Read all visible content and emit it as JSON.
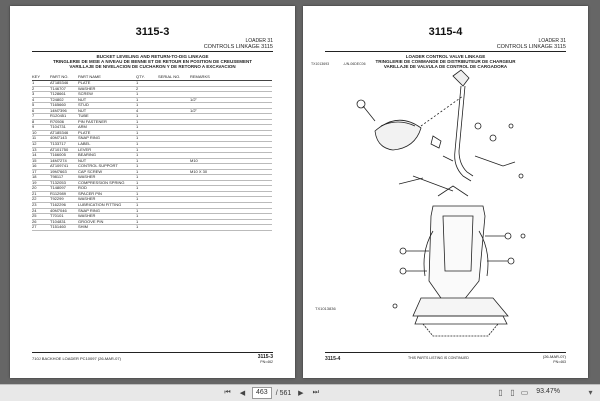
{
  "left_page": {
    "page_number": "3115-3",
    "hdr_line1": "LOADER    31",
    "hdr_line2": "CONTROLS LINKAGE 3115",
    "section_title": "BUCKET LEVELING AND RETURN-TO-DIG LINKAGE",
    "section_fr": "TRINGLERIE DE MISE A NIVEAU DE BENNE ET DE RETOUR EN POSITION DE CREUSEMENT",
    "section_es": "VARILLAJE DE NIVELACION DE CUCHARON Y DE RETORNO A EXCAVACION",
    "columns": [
      "KEY",
      "PART NO.",
      "PART NAME",
      "QTY.",
      "SERIAL NO.",
      "REMARKS"
    ],
    "rows": [
      [
        "1",
        "AT185346",
        "PLATE",
        "1",
        "",
        ""
      ],
      [
        "2",
        "T146707",
        "WASHER",
        "2",
        "",
        ""
      ],
      [
        "3",
        "T128661",
        "SCREW",
        "1",
        "",
        ""
      ],
      [
        "4",
        "T24802",
        "NUT",
        "1",
        "",
        "1/2\""
      ],
      [
        "5",
        "T165660",
        "STUD",
        "1",
        "",
        ""
      ],
      [
        "6",
        "14M7396",
        "NUT",
        "4",
        "",
        "1/2\""
      ],
      [
        "7",
        "R120451",
        "TUBE",
        "1",
        "",
        ""
      ],
      [
        "8",
        "R70506",
        "PIN FASTENER",
        "1",
        "",
        ""
      ],
      [
        "9",
        "T104731",
        "ARM",
        "1",
        "",
        ""
      ],
      [
        "10",
        "AT185346",
        "PLATE",
        "1",
        "",
        ""
      ],
      [
        "11",
        "40M7143",
        "SNAP RING",
        "1",
        "",
        ""
      ],
      [
        "12",
        "T133717",
        "LABEL",
        "1",
        "",
        ""
      ],
      [
        "13",
        "AT101750",
        "LEVER",
        "1",
        "",
        ""
      ],
      [
        "14",
        "T166005",
        "BEARING",
        "1",
        "",
        ""
      ],
      [
        "15",
        "14M7274",
        "NUT",
        "1",
        "",
        "M10"
      ],
      [
        "16",
        "AT109741",
        "CONTROL SUPPORT",
        "1",
        "",
        ""
      ],
      [
        "17",
        "19M7663",
        "CAP SCREW",
        "1",
        "",
        "M10 X 30"
      ],
      [
        "18",
        "T98117",
        "WASHER",
        "1",
        "",
        ""
      ],
      [
        "19",
        "T132053",
        "COMPRESSION SPRING",
        "1",
        "",
        ""
      ],
      [
        "20",
        "T148097",
        "ROD",
        "1",
        "",
        ""
      ],
      [
        "21",
        "R112989",
        "SPACER PIN",
        "1",
        "",
        ""
      ],
      [
        "22",
        "T92299",
        "WASHER",
        "1",
        "",
        ""
      ],
      [
        "23",
        "T162296",
        "LUBRICATION FITTING",
        "1",
        "",
        ""
      ],
      [
        "24",
        "40M7046",
        "SNAP RING",
        "1",
        "",
        ""
      ],
      [
        "25",
        "T70101",
        "WASHER",
        "1",
        "",
        ""
      ],
      [
        "26",
        "T104831",
        "GROOVE PIN",
        "1",
        "",
        ""
      ],
      [
        "27",
        "T151460",
        "SHIM",
        "1",
        "",
        ""
      ]
    ],
    "footer_left": "710J BACKHOE LOADER   PC10097   (26-MAR-07)",
    "footer_right": "3115-3",
    "footer_right2": "PN=462"
  },
  "right_page": {
    "page_number": "3115-4",
    "hdr_line1": "LOADER    31",
    "hdr_line2": "CONTROLS LINKAGE 3115",
    "section_title": "LOADER CONTROL VALVE LINKAGE",
    "section_fr": "TRINGLERIE DE COMMANDE DE DISTRIBUTEUR DE CHARGEUR",
    "section_es": "VARILLAJE DE VALVULA DE CONTROL DE CARGADORA",
    "fig_code_a": "TX1013693",
    "fig_code_b": "-UN-06DEC06",
    "fig_code_bottom": "TX1013836",
    "footer_left": "3115-4",
    "footer_center": "THIS PARTS LISTING IS CONTINUED",
    "footer_right": "(26-MAR-07)",
    "footer_right2": "PN=463"
  },
  "statusbar": {
    "page_input": "463",
    "page_total": "/ 561",
    "zoom": "93.47%"
  },
  "colors": {
    "viewer_bg": "#666666",
    "page_bg": "#ffffff",
    "statusbar_bg": "#e8e8e8"
  }
}
